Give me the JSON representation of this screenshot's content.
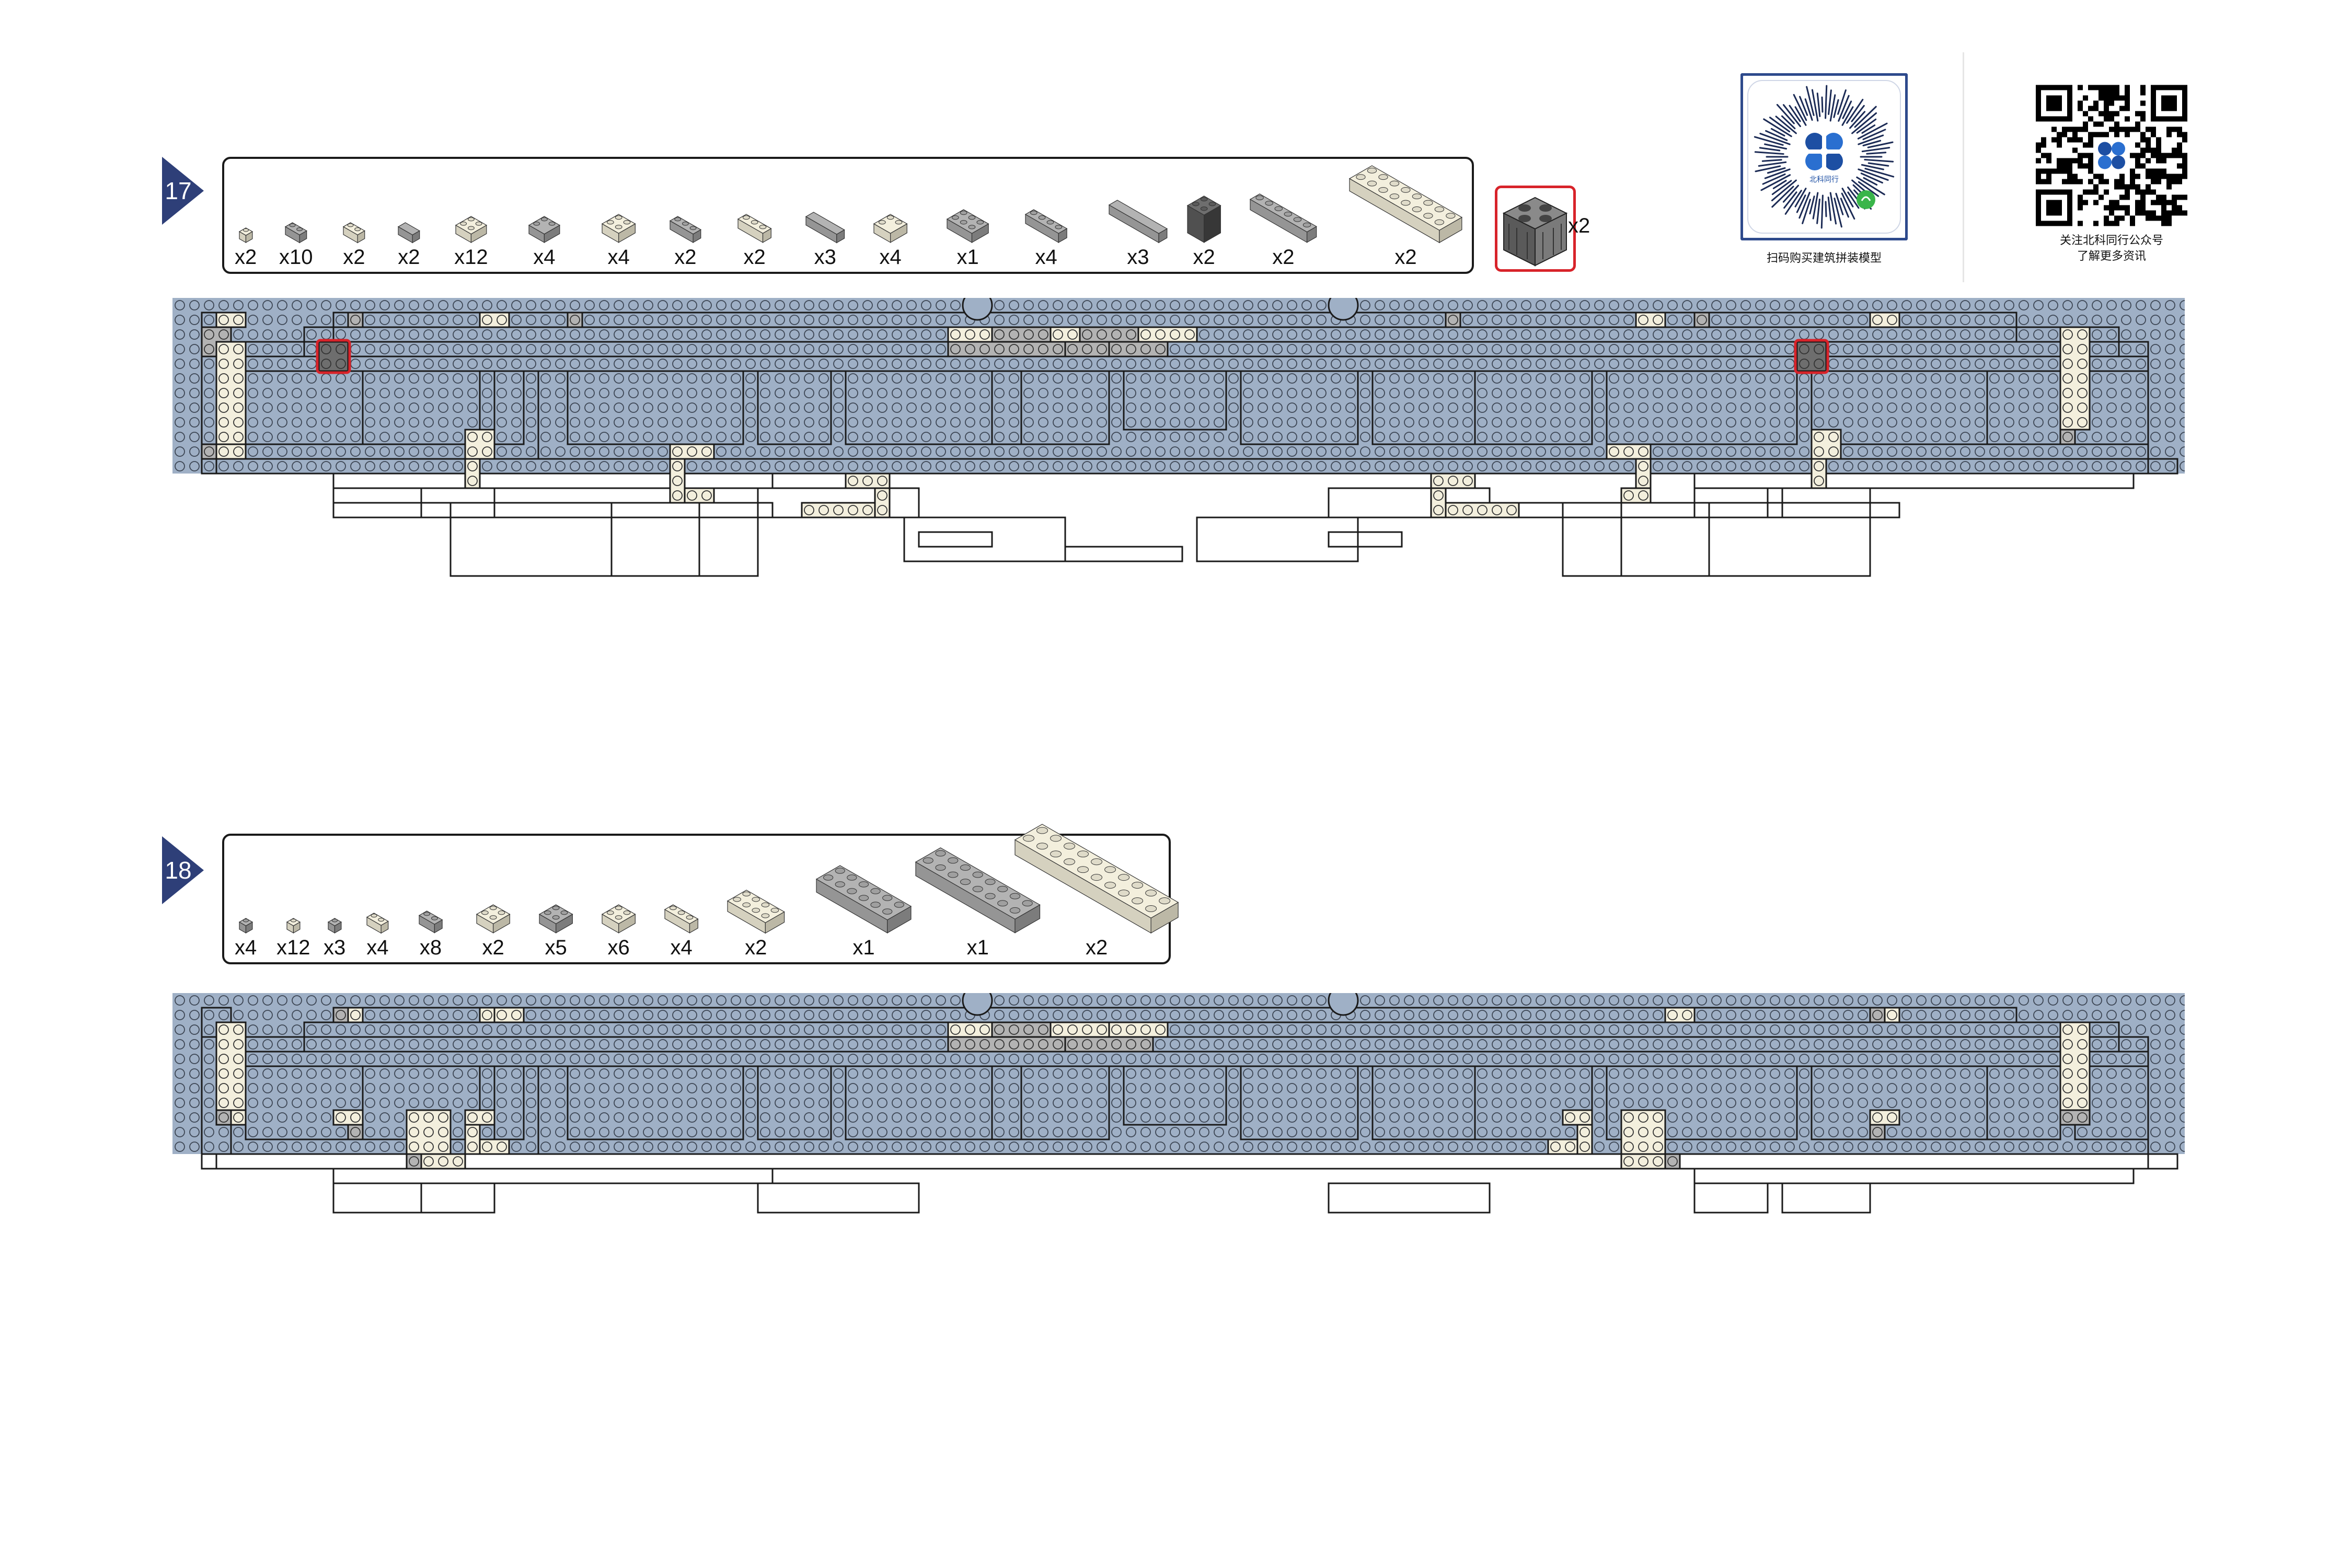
{
  "steps": [
    {
      "number": "17",
      "parts": [
        {
          "qty": "x2",
          "icon": "white-1x1-plate"
        },
        {
          "qty": "x10",
          "icon": "gray-1x2-plate"
        },
        {
          "qty": "x2",
          "icon": "white-1x2-plate"
        },
        {
          "qty": "x2",
          "icon": "gray-1x2-tile"
        },
        {
          "qty": "x12",
          "icon": "white-2x2-plate"
        },
        {
          "qty": "x4",
          "icon": "gray-2x2-corner-plate"
        },
        {
          "qty": "x4",
          "icon": "white-2x2-plate"
        },
        {
          "qty": "x2",
          "icon": "gray-1x3-plate"
        },
        {
          "qty": "x2",
          "icon": "white-1x3-plate"
        },
        {
          "qty": "x3",
          "icon": "gray-1x4-tile"
        },
        {
          "qty": "x4",
          "icon": "white-corner-plate"
        },
        {
          "qty": "x1",
          "icon": "gray-2x3-plate"
        },
        {
          "qty": "x4",
          "icon": "gray-1x4-plate"
        },
        {
          "qty": "x3",
          "icon": "gray-1x6-tile"
        },
        {
          "qty": "x2",
          "icon": "dark-2x2-brick"
        },
        {
          "qty": "x2",
          "icon": "gray-1x6-plate"
        },
        {
          "qty": "x2",
          "icon": "white-2x8-plate"
        }
      ],
      "callout": {
        "qty": "x2",
        "icon": "dark-2x2-brick"
      }
    },
    {
      "number": "18",
      "parts": [
        {
          "qty": "x4",
          "icon": "gray-1x1-plate"
        },
        {
          "qty": "x12",
          "icon": "white-1x1-plate"
        },
        {
          "qty": "x3",
          "icon": "gray-round-1x1-plate"
        },
        {
          "qty": "x4",
          "icon": "white-1x2-plate"
        },
        {
          "qty": "x8",
          "icon": "gray-1x2-plate"
        },
        {
          "qty": "x2",
          "icon": "white-2x2-plate"
        },
        {
          "qty": "x5",
          "icon": "gray-2x2-plate"
        },
        {
          "qty": "x6",
          "icon": "white-2x2-plate"
        },
        {
          "qty": "x4",
          "icon": "white-1x3-plate"
        },
        {
          "qty": "x2",
          "icon": "white-2x4-plate"
        },
        {
          "qty": "x1",
          "icon": "gray-2x6-plate"
        },
        {
          "qty": "x1",
          "icon": "gray-2x8-plate"
        },
        {
          "qty": "x2",
          "icon": "white-2x10-plate"
        }
      ]
    }
  ],
  "qr": {
    "mini_program_caption": "扫码购买建筑拼装模型",
    "mini_program_brand": "北科同行",
    "official_account_caption_1": "关注北科同行公众号",
    "official_account_caption_2": "了解更多资讯"
  },
  "colors": {
    "baseplate": "#9fb0c6",
    "plate_line": "#1a1a1a",
    "white_brick": "#f3efdd",
    "gray_brick": "#b3b3b3",
    "dark_brick": "#6e6e6e",
    "highlight": "#d8232a",
    "step_marker": "#2e3f78"
  }
}
